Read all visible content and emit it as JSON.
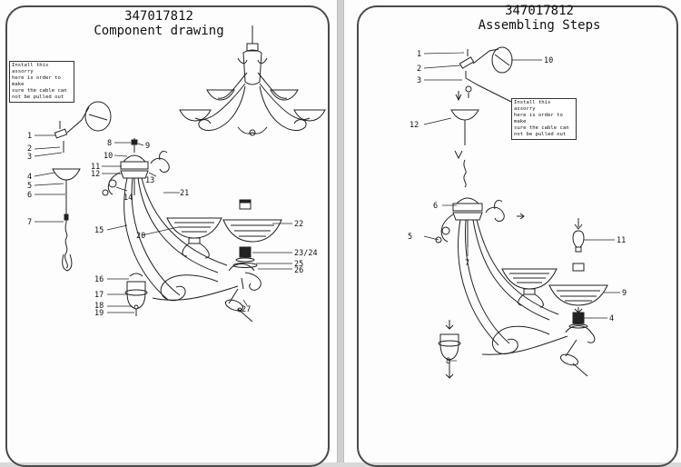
{
  "left_page": {
    "model": "347017812",
    "title": "Component drawing",
    "note": "Install this assorry\nhere is order to make\nsure the cable can\nnot be pulled out",
    "labels": {
      "p1": "1",
      "p2": "2",
      "p3": "3",
      "p4": "4",
      "p5": "5",
      "p6": "6",
      "p7": "7",
      "p8": "8",
      "p9": "9",
      "p10": "10",
      "p11": "11",
      "p12": "12",
      "p13": "13",
      "p14": "14",
      "p15": "15",
      "p16": "16",
      "p17": "17",
      "p18": "18",
      "p19": "19",
      "p20": "20",
      "p21": "21",
      "p22": "22",
      "p23": "23/24",
      "p25": "25",
      "p26": "26",
      "p27": "27"
    }
  },
  "right_page": {
    "model": "347017812",
    "title": "Assembling Steps",
    "note": "Install this assorry\nhere is order to make\nsure the cable can\nnot be pulled out",
    "labels": {
      "p1": "1",
      "p2": "2",
      "p3": "3",
      "p4": "4",
      "p5": "5",
      "p6": "6",
      "p7": "7",
      "p8": "8",
      "p9": "9",
      "p10": "10",
      "p11": "11",
      "p12": "12"
    }
  }
}
